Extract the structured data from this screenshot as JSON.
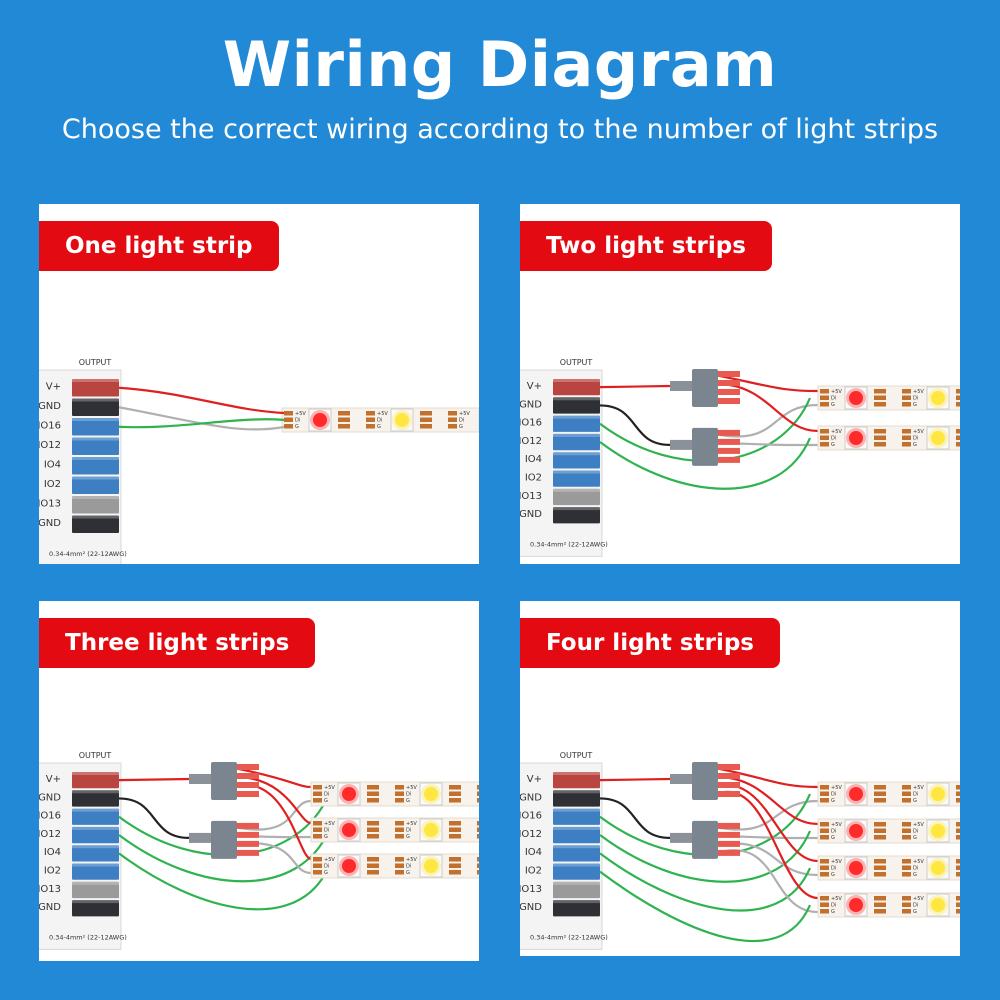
{
  "header": {
    "title": "Wiring Diagram",
    "subtitle": "Choose the correct wiring according to the number of light strips"
  },
  "controller": {
    "output_label": "OUTPUT",
    "terminals": [
      "V+",
      "GND",
      "IO16",
      "IO12",
      "IO4",
      "IO2",
      "IO13",
      "GND"
    ],
    "spec_label": "0.34-4mm² (22-12AWG)"
  },
  "strip_pad_labels": [
    "+5V",
    "Di",
    "G"
  ],
  "panels": [
    {
      "id": "one",
      "label": "One light strip",
      "strips": 1
    },
    {
      "id": "two",
      "label": "Two light strips",
      "strips": 2
    },
    {
      "id": "three",
      "label": "Three light strips",
      "strips": 3
    },
    {
      "id": "four",
      "label": "Four light strips",
      "strips": 4
    }
  ],
  "colors": {
    "background": "#2289d6",
    "badge": "#e40a12",
    "wire_power": "#e02020",
    "wire_ground": "#222222",
    "wire_data": "#2eb34f",
    "wire_gray": "#b0b0b0",
    "led_red": "#ff2a2a",
    "led_yellow": "#ffe640",
    "led_green": "#3fd474"
  }
}
